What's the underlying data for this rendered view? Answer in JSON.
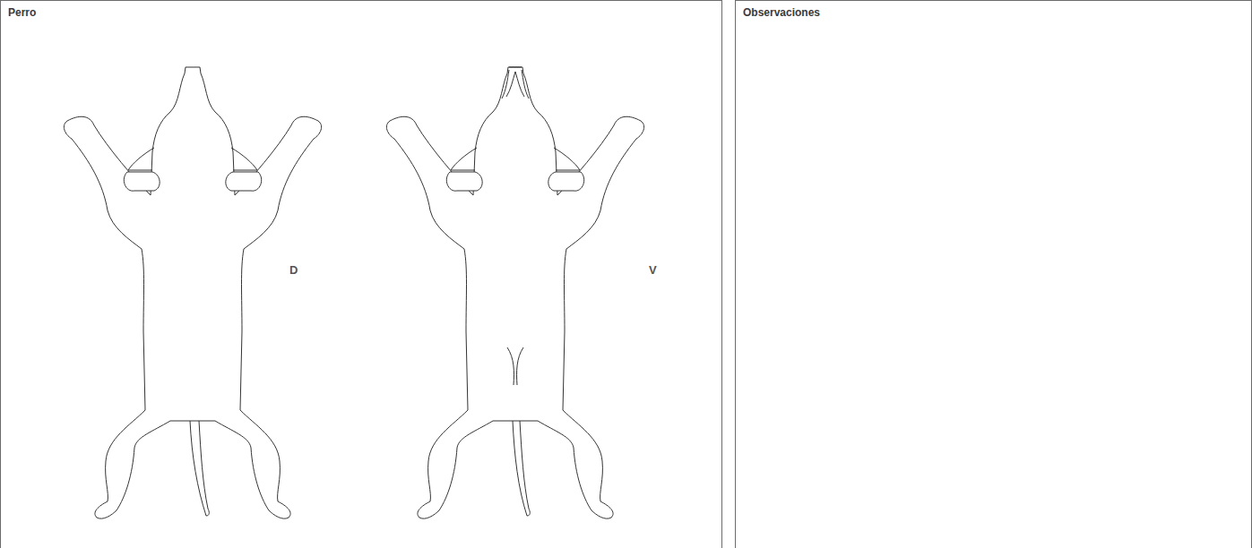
{
  "diagram": {
    "nodes": [
      {
        "text": [
          "Perro"
        ]
      },
      {
        "text": [
          "Observaciones"
        ]
      }
    ],
    "labels": [
      "D",
      "V"
    ]
  }
}
